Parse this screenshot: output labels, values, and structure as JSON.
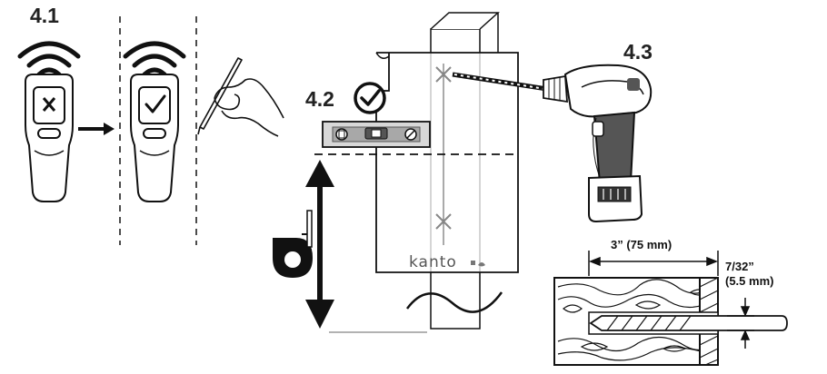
{
  "steps": {
    "step1": "4.1",
    "step2": "4.2",
    "step3": "4.3"
  },
  "bracket": {
    "brand": "kanto"
  },
  "dimensions": {
    "drill_depth": "3” (75 mm)",
    "bit_size_in": "7/32”",
    "bit_size_mm": "(5.5 mm)"
  },
  "icons": {
    "scanner_no_stud": "x-mark-icon",
    "scanner_stud_found": "check-mark-icon",
    "level_ok": "check-circle-icon",
    "signal": "wifi-icon"
  }
}
